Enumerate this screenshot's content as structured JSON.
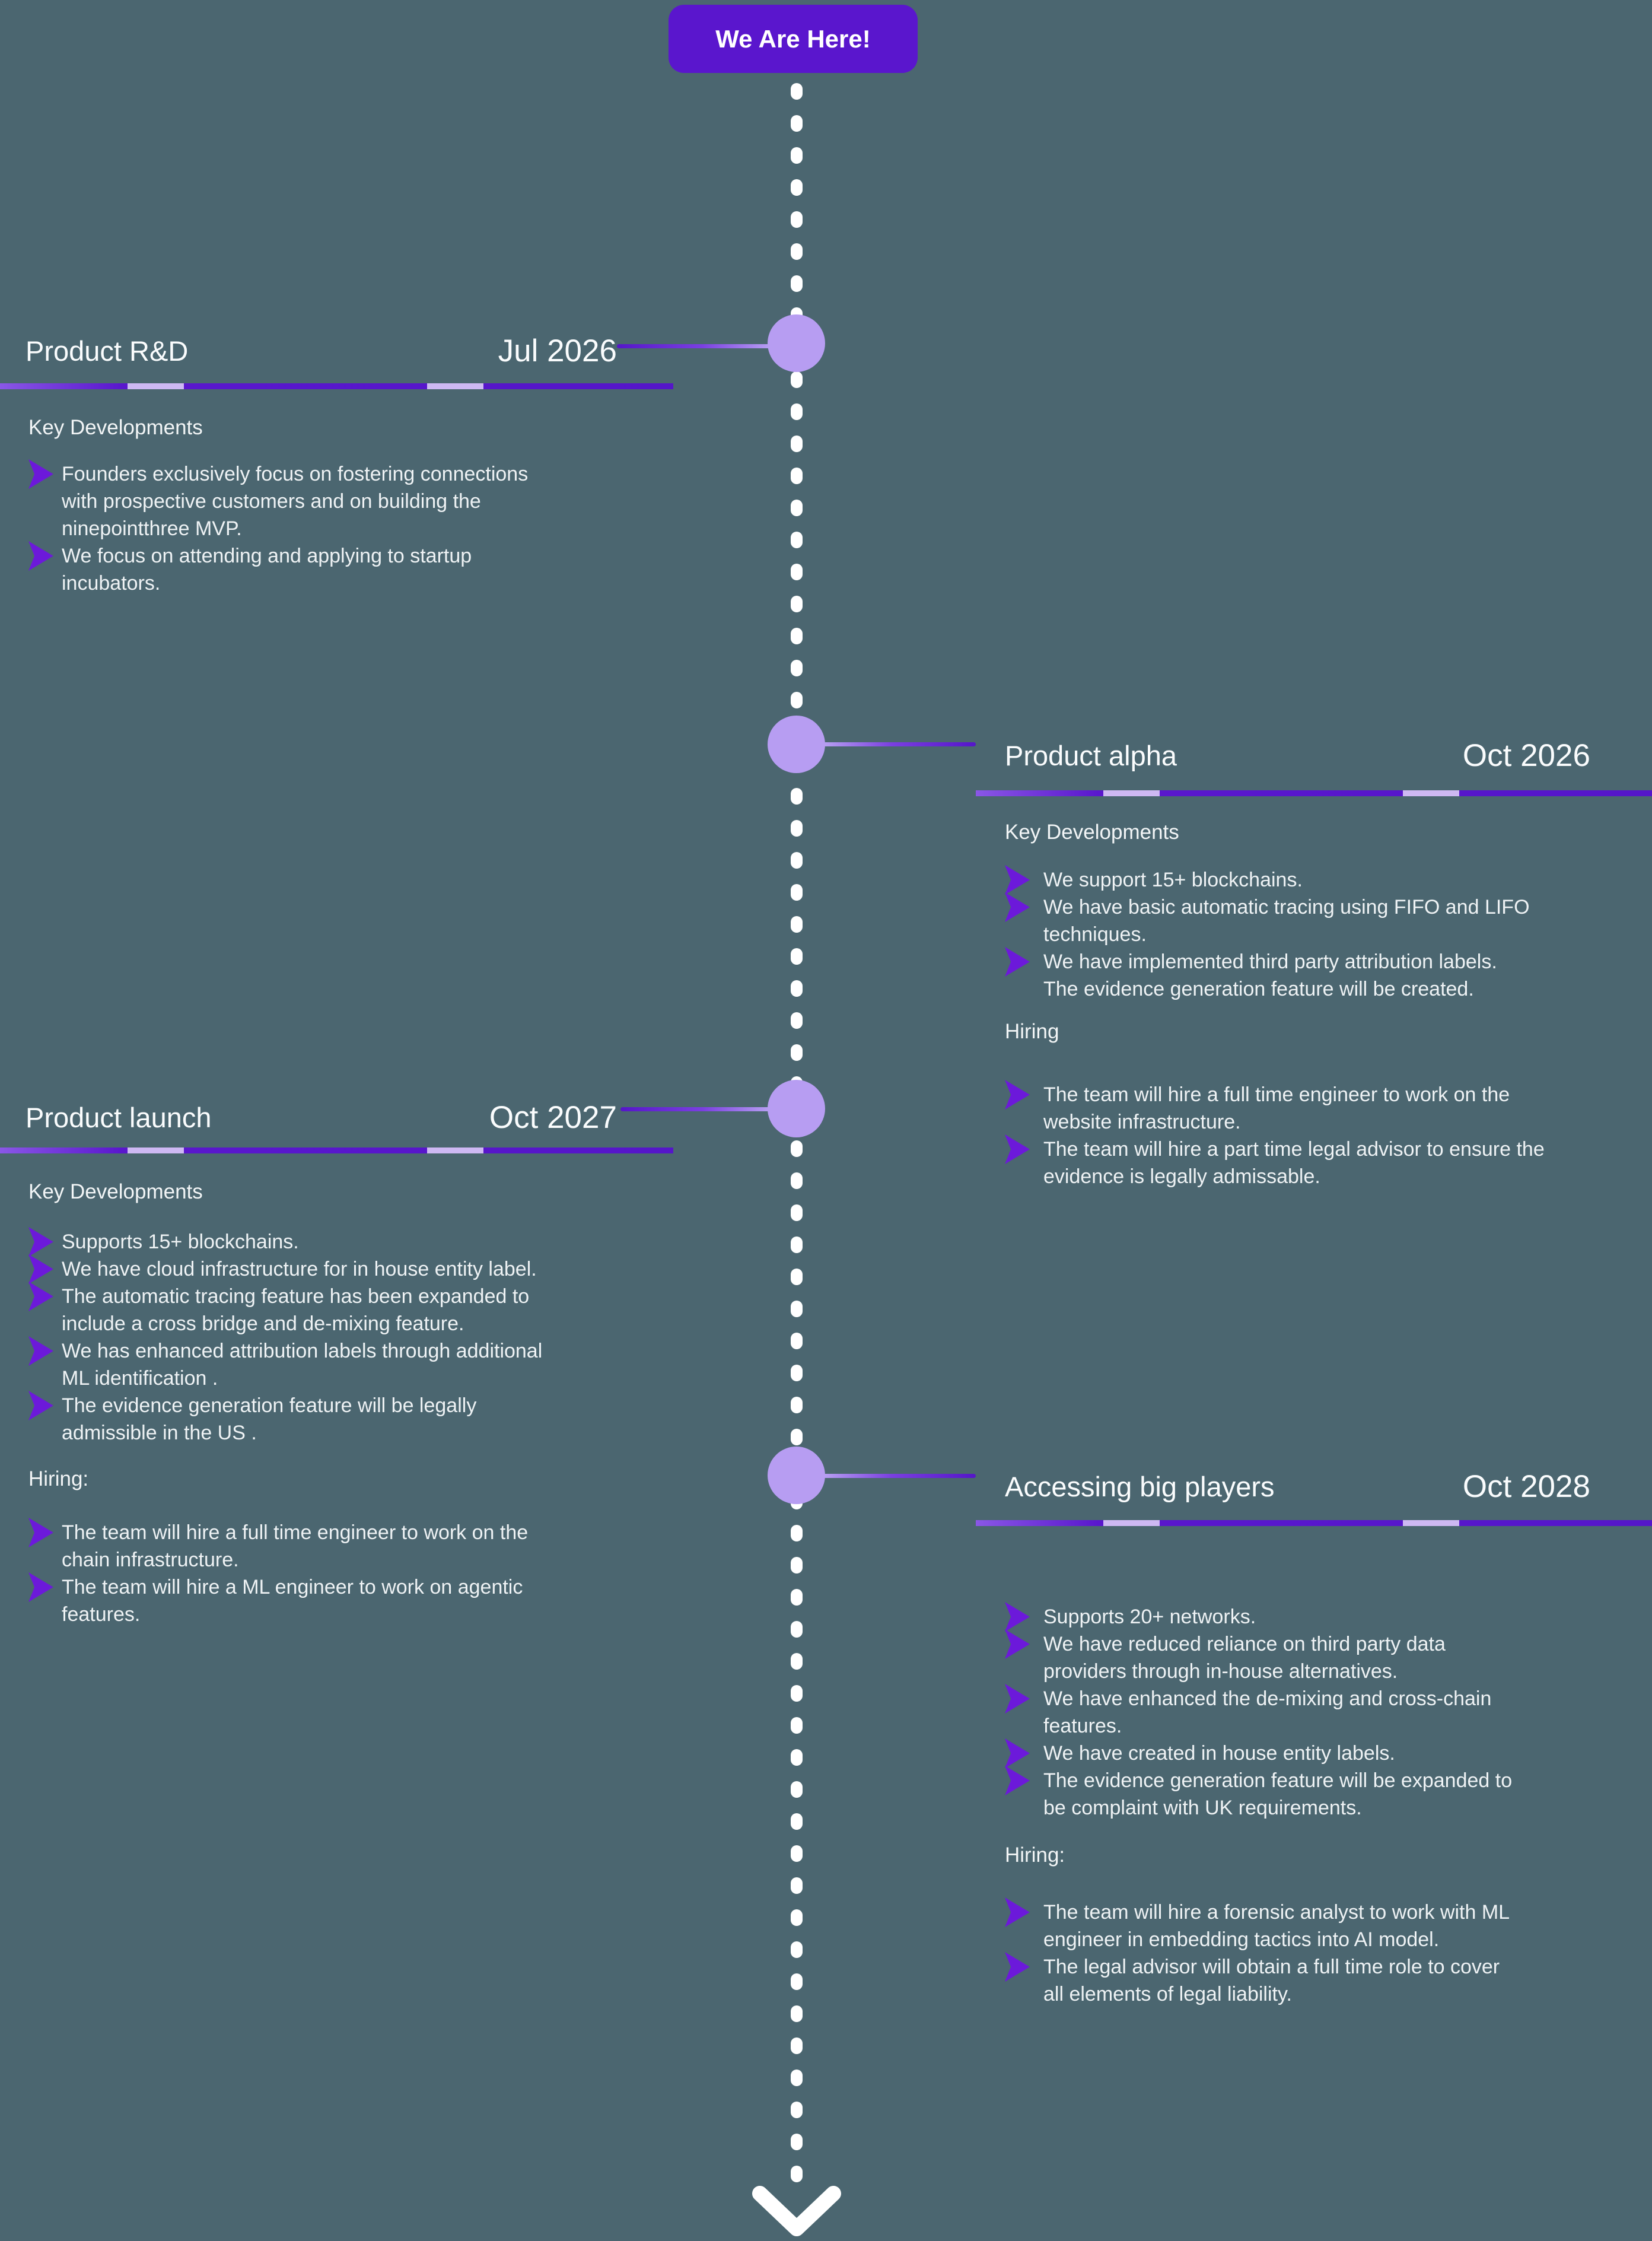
{
  "badge": {
    "label": "We Are Here!"
  },
  "colors": {
    "background": "#4b6670",
    "badge_bg": "#5a16cd",
    "accent_purple": "#5a17cd",
    "bullet_arrow": "#6c19da",
    "node_circle": "#b79df2",
    "text": "#eef2f4"
  },
  "milestones": [
    {
      "title": "Product R&D",
      "date": "Jul 2026",
      "groups": [
        {
          "heading": "Key Developments",
          "items": [
            {
              "text": "Founders exclusively focus on fostering connections\nwith prospective customers and on building the\nninepointthree MVP."
            },
            {
              "text": "We focus on attending and applying to startup\nincubators."
            }
          ]
        }
      ]
    },
    {
      "title": "Product alpha",
      "date": "Oct 2026",
      "groups": [
        {
          "heading": "Key Developments",
          "items": [
            {
              "text": "We support 15+ blockchains."
            },
            {
              "text": "We have basic automatic tracing using FIFO and LIFO\ntechniques."
            },
            {
              "text": "We have implemented third party attribution labels."
            },
            {
              "text": "The evidence generation feature will be created."
            }
          ]
        },
        {
          "heading": "Hiring",
          "items": [
            {
              "text": "The team will hire a full time engineer to work on the\nwebsite infrastructure."
            },
            {
              "text": "The team will hire a part time legal advisor to ensure the\nevidence is legally admissable."
            }
          ]
        }
      ]
    },
    {
      "title": "Product launch",
      "date": "Oct 2027",
      "groups": [
        {
          "heading": "Key Developments",
          "items": [
            {
              "text": "Supports 15+ blockchains."
            },
            {
              "text": "We have cloud infrastructure for in house entity label."
            },
            {
              "text": "The automatic tracing feature has been expanded to\ninclude a cross bridge and de-mixing feature."
            },
            {
              "text": "We has enhanced attribution labels through additional\nML identification ."
            },
            {
              "text": "The evidence generation feature will be legally\nadmissible in the US ."
            }
          ]
        },
        {
          "heading": "Hiring:",
          "items": [
            {
              "text": "The team will hire a full time engineer to work on the\nchain infrastructure."
            },
            {
              "text": "The team will hire a ML engineer to work on agentic\nfeatures."
            }
          ]
        }
      ]
    },
    {
      "title": "Accessing big players",
      "date": "Oct 2028",
      "groups": [
        {
          "heading": "",
          "items": [
            {
              "text": "Supports 20+ networks."
            },
            {
              "text": "We have reduced reliance on third party data\nproviders through in-house alternatives."
            },
            {
              "text": "We have enhanced the de-mixing and cross-chain\nfeatures."
            },
            {
              "text": "We have created in house entity labels."
            },
            {
              "text": "The evidence generation feature will be expanded to\nbe complaint with UK requirements."
            }
          ]
        },
        {
          "heading": "Hiring:",
          "items": [
            {
              "text": "The team will hire a forensic analyst to work with ML\nengineer in embedding tactics into AI model."
            },
            {
              "text": "The legal advisor will obtain a full time role to cover\nall elements of legal liability."
            }
          ]
        }
      ]
    }
  ]
}
